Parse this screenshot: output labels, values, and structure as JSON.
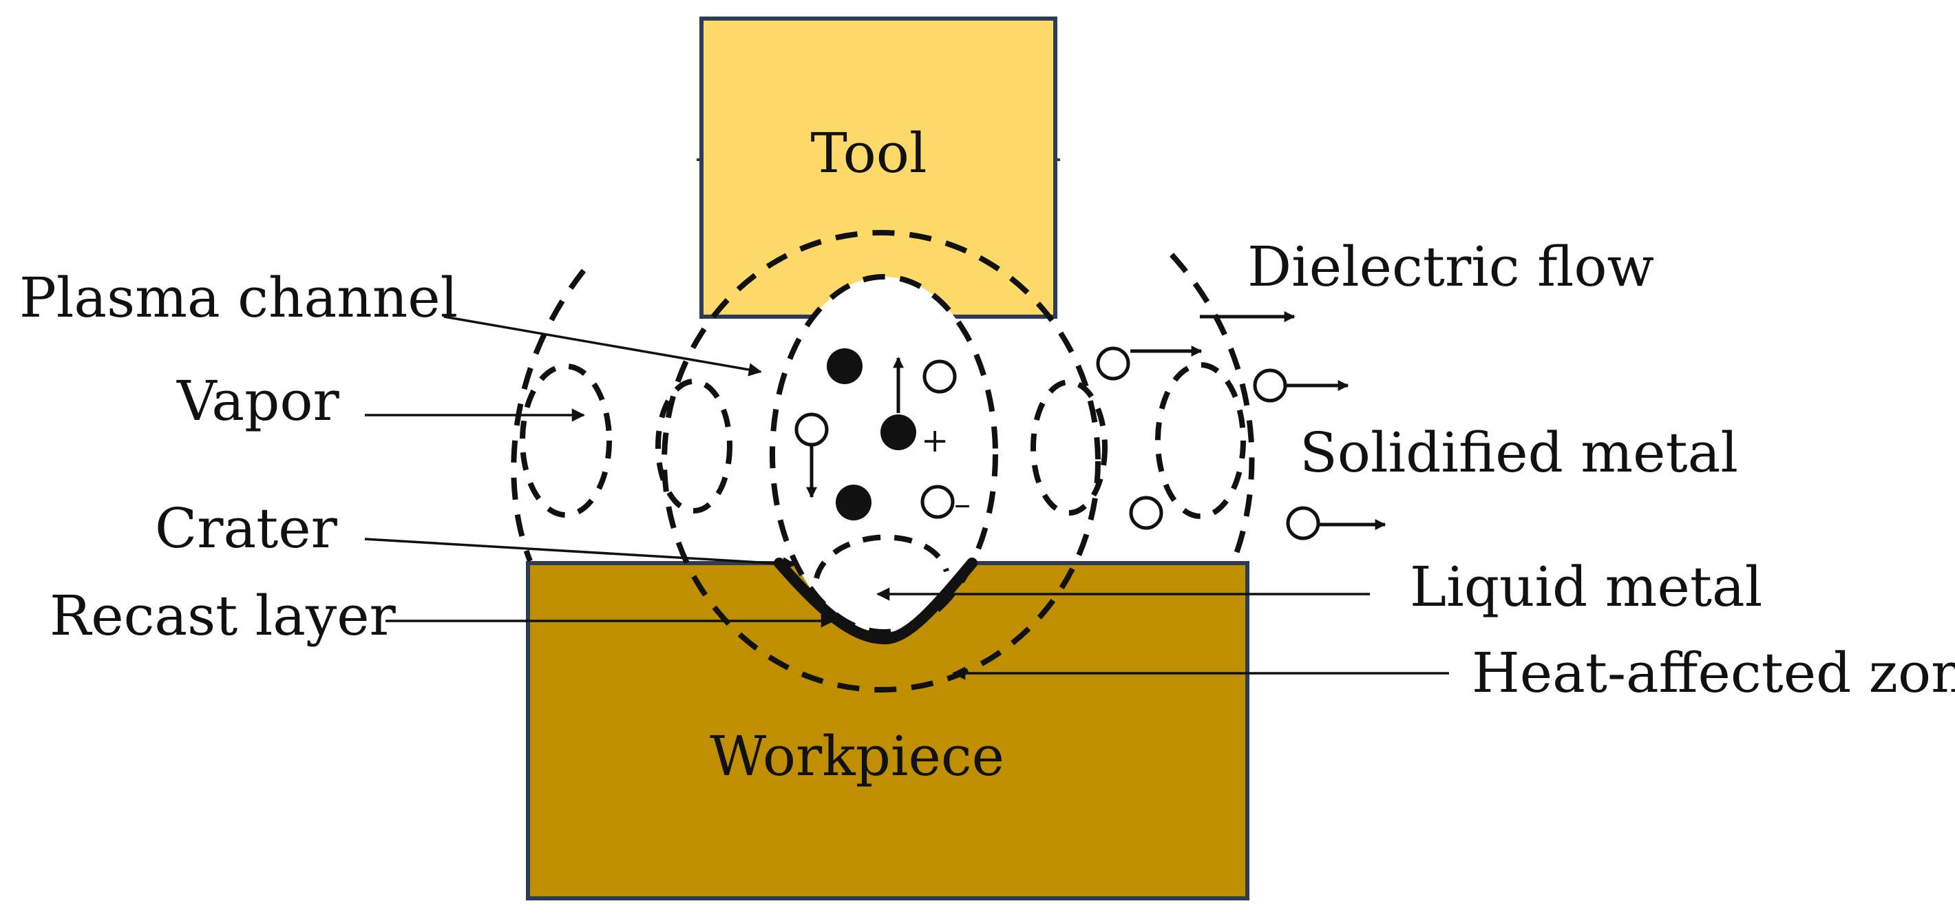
{
  "labels": {
    "tool": "Tool",
    "workpiece": "Workpiece",
    "plasma_channel": "Plasma channel",
    "vapor": "Vapor",
    "crater": "Crater",
    "recast_layer": "Recast layer",
    "dielectric_flow": "Dielectric flow",
    "solidified_metal": "Solidified metal",
    "liquid_metal": "Liquid metal",
    "heat_affected_zone": "Heat-affected zone"
  },
  "signs": {
    "positive": "+",
    "negative": "–"
  },
  "colors": {
    "tool_fill": "#FDD96A",
    "workpiece_fill": "#BF8F00",
    "block_border": "#2E3B55",
    "ink": "#111111"
  }
}
